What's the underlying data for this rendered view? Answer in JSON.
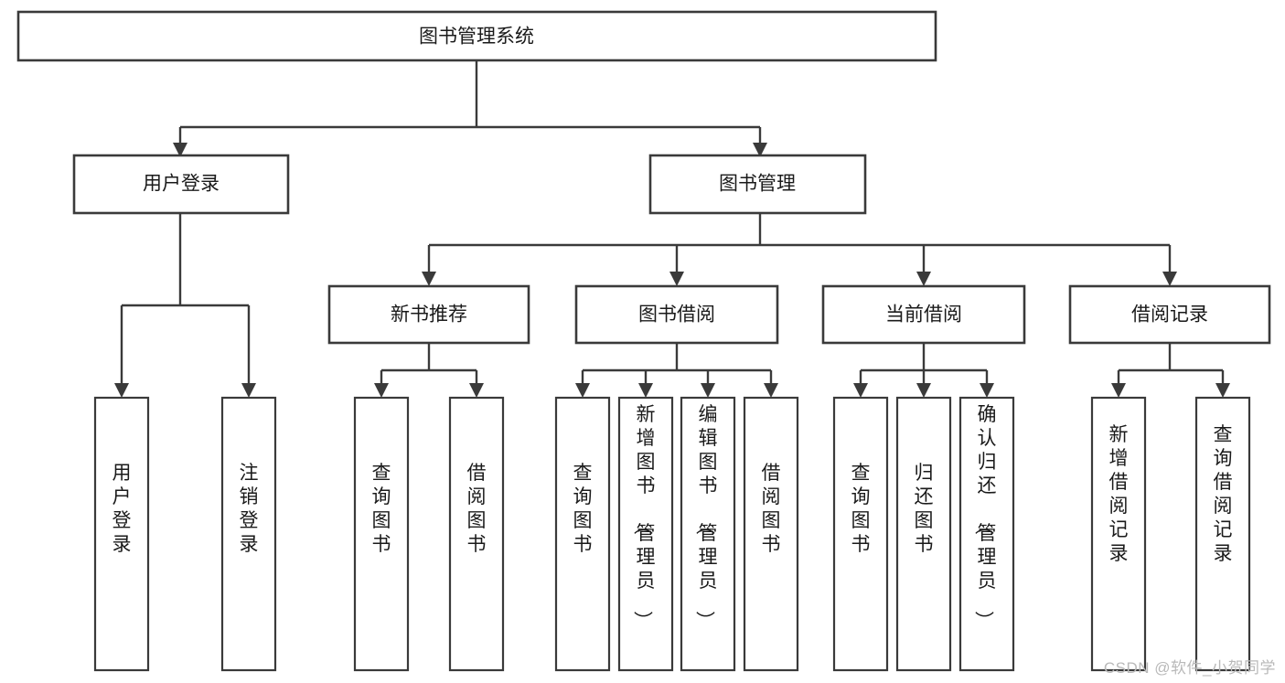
{
  "diagram": {
    "title": "图书管理系统",
    "type": "tree",
    "watermark": "CSDN @软件_小贺同学",
    "colors": {
      "stroke": "#3a3a3a",
      "fill": "#ffffff",
      "text": "#1a1a1a",
      "watermark": "#b9b9b9"
    },
    "root": {
      "label": "图书管理系统",
      "orientation": "horizontal"
    },
    "level2": [
      {
        "label": "用户登录",
        "orientation": "horizontal"
      },
      {
        "label": "图书管理",
        "orientation": "horizontal"
      }
    ],
    "level3": [
      {
        "label": "新书推荐",
        "orientation": "horizontal"
      },
      {
        "label": "图书借阅",
        "orientation": "horizontal"
      },
      {
        "label": "当前借阅",
        "orientation": "horizontal"
      },
      {
        "label": "借阅记录",
        "orientation": "horizontal"
      }
    ],
    "leaves": {
      "user_login": [
        {
          "label": "用户登录",
          "orientation": "vertical"
        },
        {
          "label": "注销登录",
          "orientation": "vertical"
        }
      ],
      "new_book_recommend": [
        {
          "label": "查询图书",
          "orientation": "vertical"
        },
        {
          "label": "借阅图书",
          "orientation": "vertical"
        }
      ],
      "book_borrow": [
        {
          "label": "查询图书",
          "orientation": "vertical"
        },
        {
          "label": "新增图书（管理员）",
          "orientation": "vertical"
        },
        {
          "label": "编辑图书（管理员）",
          "orientation": "vertical"
        },
        {
          "label": "借阅图书",
          "orientation": "vertical"
        }
      ],
      "current_borrow": [
        {
          "label": "查询图书",
          "orientation": "vertical"
        },
        {
          "label": "归还图书",
          "orientation": "vertical"
        },
        {
          "label": "确认归还（管理员）",
          "orientation": "vertical"
        }
      ],
      "borrow_record": [
        {
          "label": "新增借阅记录",
          "orientation": "vertical"
        },
        {
          "label": "查询借阅记录",
          "orientation": "vertical"
        }
      ]
    }
  }
}
